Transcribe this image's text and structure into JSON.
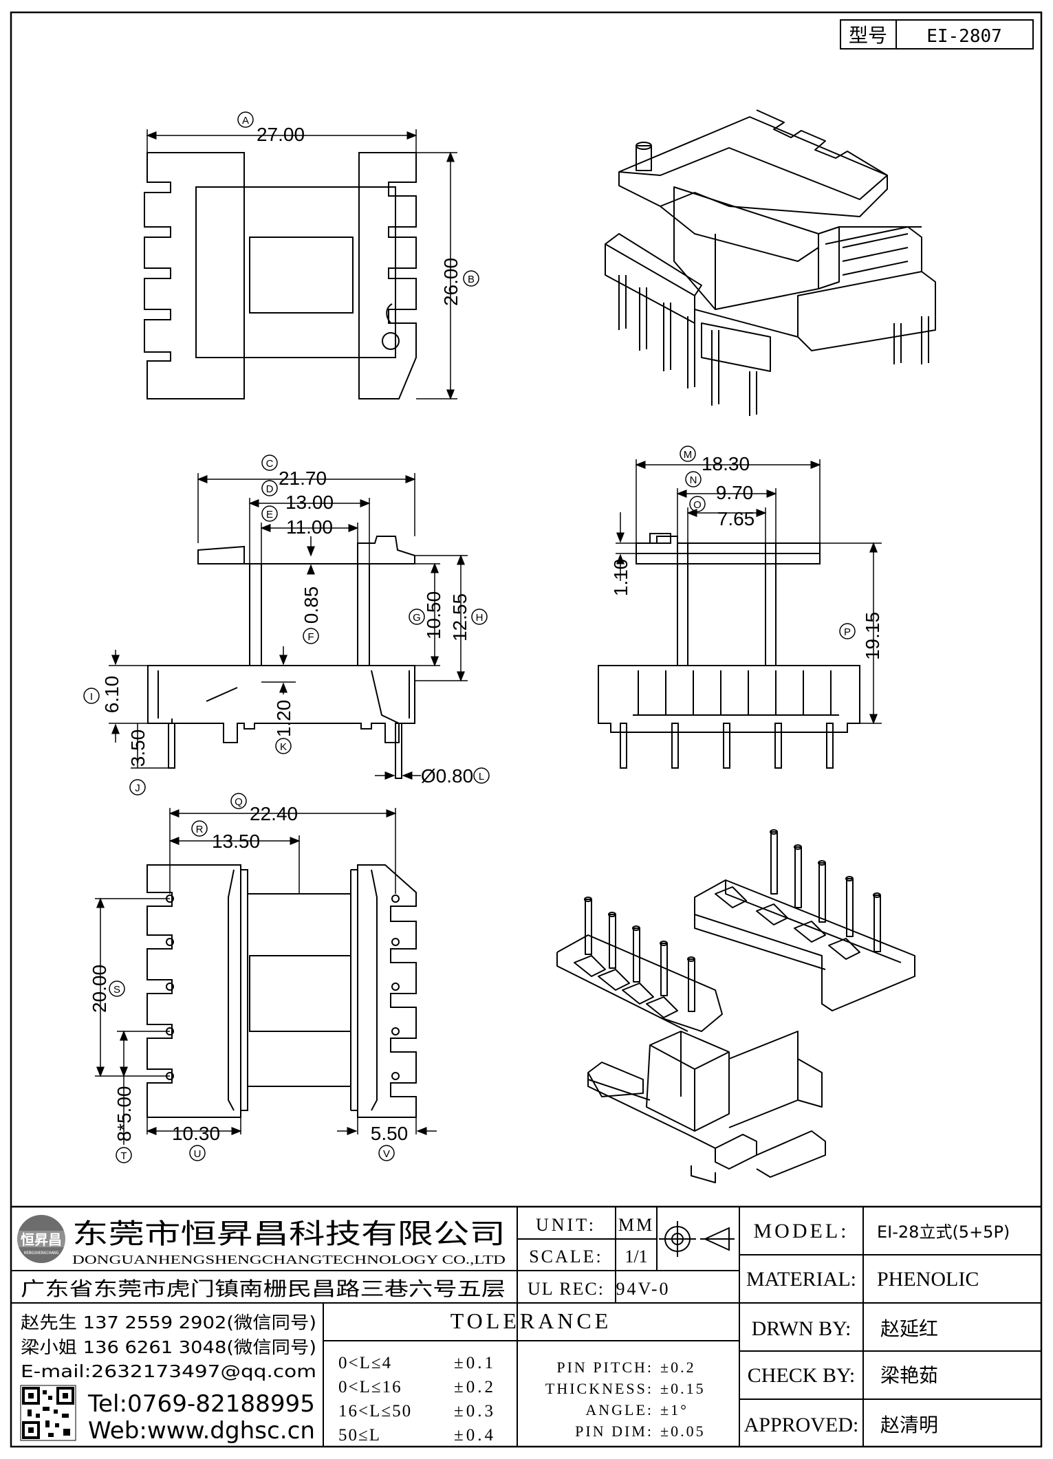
{
  "header": {
    "model_label": "型号",
    "model_value": "EI-2807"
  },
  "dims": {
    "A": {
      "tag": "A",
      "value": "27.00"
    },
    "B": {
      "tag": "B",
      "value": "26.00"
    },
    "C": {
      "tag": "C",
      "value": "21.70"
    },
    "D": {
      "tag": "D",
      "value": "13.00"
    },
    "E": {
      "tag": "E",
      "value": "11.00"
    },
    "F": {
      "tag": "F",
      "value": "0.85"
    },
    "G": {
      "tag": "G",
      "value": "10.50"
    },
    "H": {
      "tag": "H",
      "value": "12.55"
    },
    "I": {
      "tag": "I",
      "value": "6.10"
    },
    "J": {
      "tag": "J",
      "value": "3.50"
    },
    "K": {
      "tag": "K",
      "value": "1.20"
    },
    "L": {
      "tag": "L",
      "value": "Ø0.80"
    },
    "M": {
      "tag": "M",
      "value": "18.30"
    },
    "N": {
      "tag": "N",
      "value": "9.70"
    },
    "O": {
      "tag": "O",
      "value": "7.65"
    },
    "P": {
      "tag": "P",
      "value": "19.15"
    },
    "Q": {
      "tag": "Q",
      "value": "22.40"
    },
    "R": {
      "tag": "R",
      "value": "13.50"
    },
    "S": {
      "tag": "S",
      "value": "20.00"
    },
    "T": {
      "tag": "T",
      "value": "8*5.00"
    },
    "U": {
      "tag": "U",
      "value": "10.30"
    },
    "V": {
      "tag": "V",
      "value": "5.50"
    },
    "X": {
      "value": "1.10"
    }
  },
  "company": {
    "logo_text": "恒昇昌",
    "logo_sub": "HENGSHENGCHANG",
    "name_cn": "东莞市恒昇昌科技有限公司",
    "name_en": "DONGUANHENGSHENGCHANGTECHNOLOGY CO.,LTD",
    "address": "广东省东莞市虎门镇南栅民昌路三巷六号五层",
    "contact1": "赵先生 137 2559 2902(微信同号)",
    "contact2": "梁小姐 136 6261 3048(微信同号)",
    "email": "E-mail:2632173497@qq.com",
    "tel": "Tel:0769-82188995",
    "web": "Web:www.dghsc.cn"
  },
  "spec": {
    "unit_label": "UNIT:",
    "unit_value": "MM",
    "scale_label": "SCALE:",
    "scale_value": "1/1",
    "ulrec_label": "UL REC:",
    "ulrec_value": "94V-0"
  },
  "tolerance": {
    "title": "TOLERANCE",
    "rows": [
      {
        "range": "0<L≤4",
        "tol": "±0.1"
      },
      {
        "range": "0<L≤16",
        "tol": "±0.2"
      },
      {
        "range": "16<L≤50",
        "tol": "±0.3"
      },
      {
        "range": "50≤L",
        "tol": "±0.4"
      }
    ],
    "extra": [
      {
        "label": "PIN PITCH:",
        "tol": "±0.2"
      },
      {
        "label": "THICKNESS:",
        "tol": "±0.15"
      },
      {
        "label": "ANGLE:",
        "tol": "±1°"
      },
      {
        "label": "PIN DIM:",
        "tol": "±0.05"
      }
    ]
  },
  "info": {
    "model_label": "MODEL:",
    "model_value": "EI-28立式(5+5P)",
    "material_label": "MATERIAL:",
    "material_value": "PHENOLIC",
    "drawn_label": "DRWN BY:",
    "drawn_value": "赵延红",
    "check_label": "CHECK BY:",
    "check_value": "梁艳茹",
    "approved_label": "APPROVED:",
    "approved_value": "赵清明"
  }
}
